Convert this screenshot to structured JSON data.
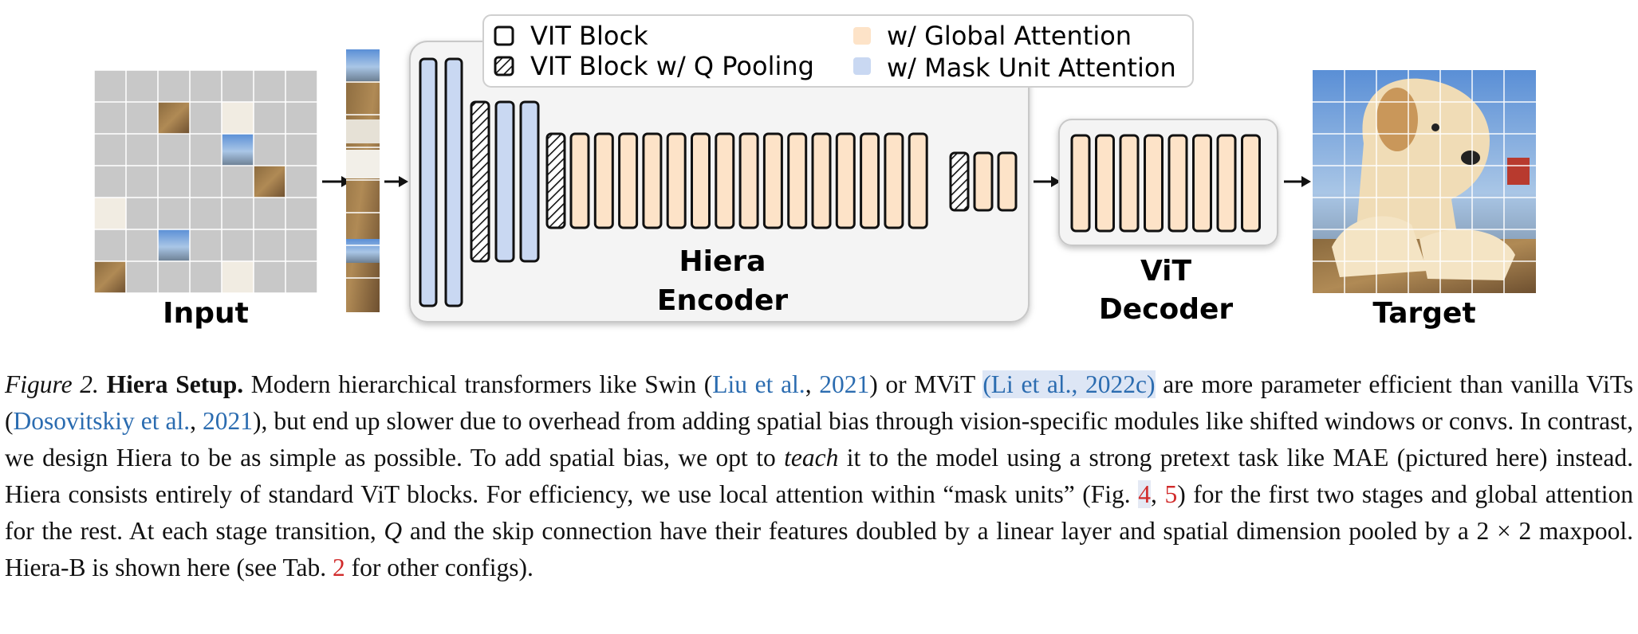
{
  "legend": {
    "vit_block": "VIT Block",
    "vit_block_qpool": "VIT Block w/ Q Pooling",
    "global_attention": "w/ Global Attention",
    "mask_unit_attention": "w/ Mask Unit Attention"
  },
  "labels": {
    "input": "Input",
    "encoder_line1": "Hiera",
    "encoder_line2": "Encoder",
    "decoder_line1": "ViT",
    "decoder_line2": "Decoder",
    "target": "Target"
  },
  "colors": {
    "mask_unit_blue": "#c9d8f2",
    "global_peach": "#fde3c8",
    "grid_gray": "#c8c8c8",
    "encoder_bg": "#f4f4f4",
    "cite_blue": "#2b6cb0",
    "ref_red": "#d12b2b"
  },
  "caption": {
    "figure_label": "Figure 2.",
    "heading": "Hiera Setup.",
    "t1": " Modern hierarchical transformers like Swin (",
    "c1a": "Liu et al.",
    "t2": ", ",
    "c1b": "2021",
    "t3": ") or MViT ",
    "c2": "(Li et al., 2022c)",
    "t4": " are more parameter efficient than vanilla ViTs (",
    "c3a": "Dosovitskiy et al.",
    "t5": ", ",
    "c3b": "2021",
    "t6": "), but end up slower due to overhead from adding spatial bias through vision-specific modules like shifted windows or convs. In contrast, we design Hiera to be as simple as possible. To add spatial bias, we opt to ",
    "em1": "teach",
    "t7": " it to the model using a strong pretext task like MAE (pictured here) instead. Hiera consists entirely of standard ViT blocks. For efficiency, we use local attention within “mask units” (Fig. ",
    "r1": "4",
    "t8": ", ",
    "r2": "5",
    "t9": ") for the first two stages and global attention for the rest. At each stage transition, ",
    "em2": "Q",
    "t10": " and the skip connection have their features doubled by a linear layer and spatial dimension pooled by a 2 × 2 maxpool. Hiera-B is shown here (see Tab. ",
    "r3": "2",
    "t11": " for other configs)."
  }
}
